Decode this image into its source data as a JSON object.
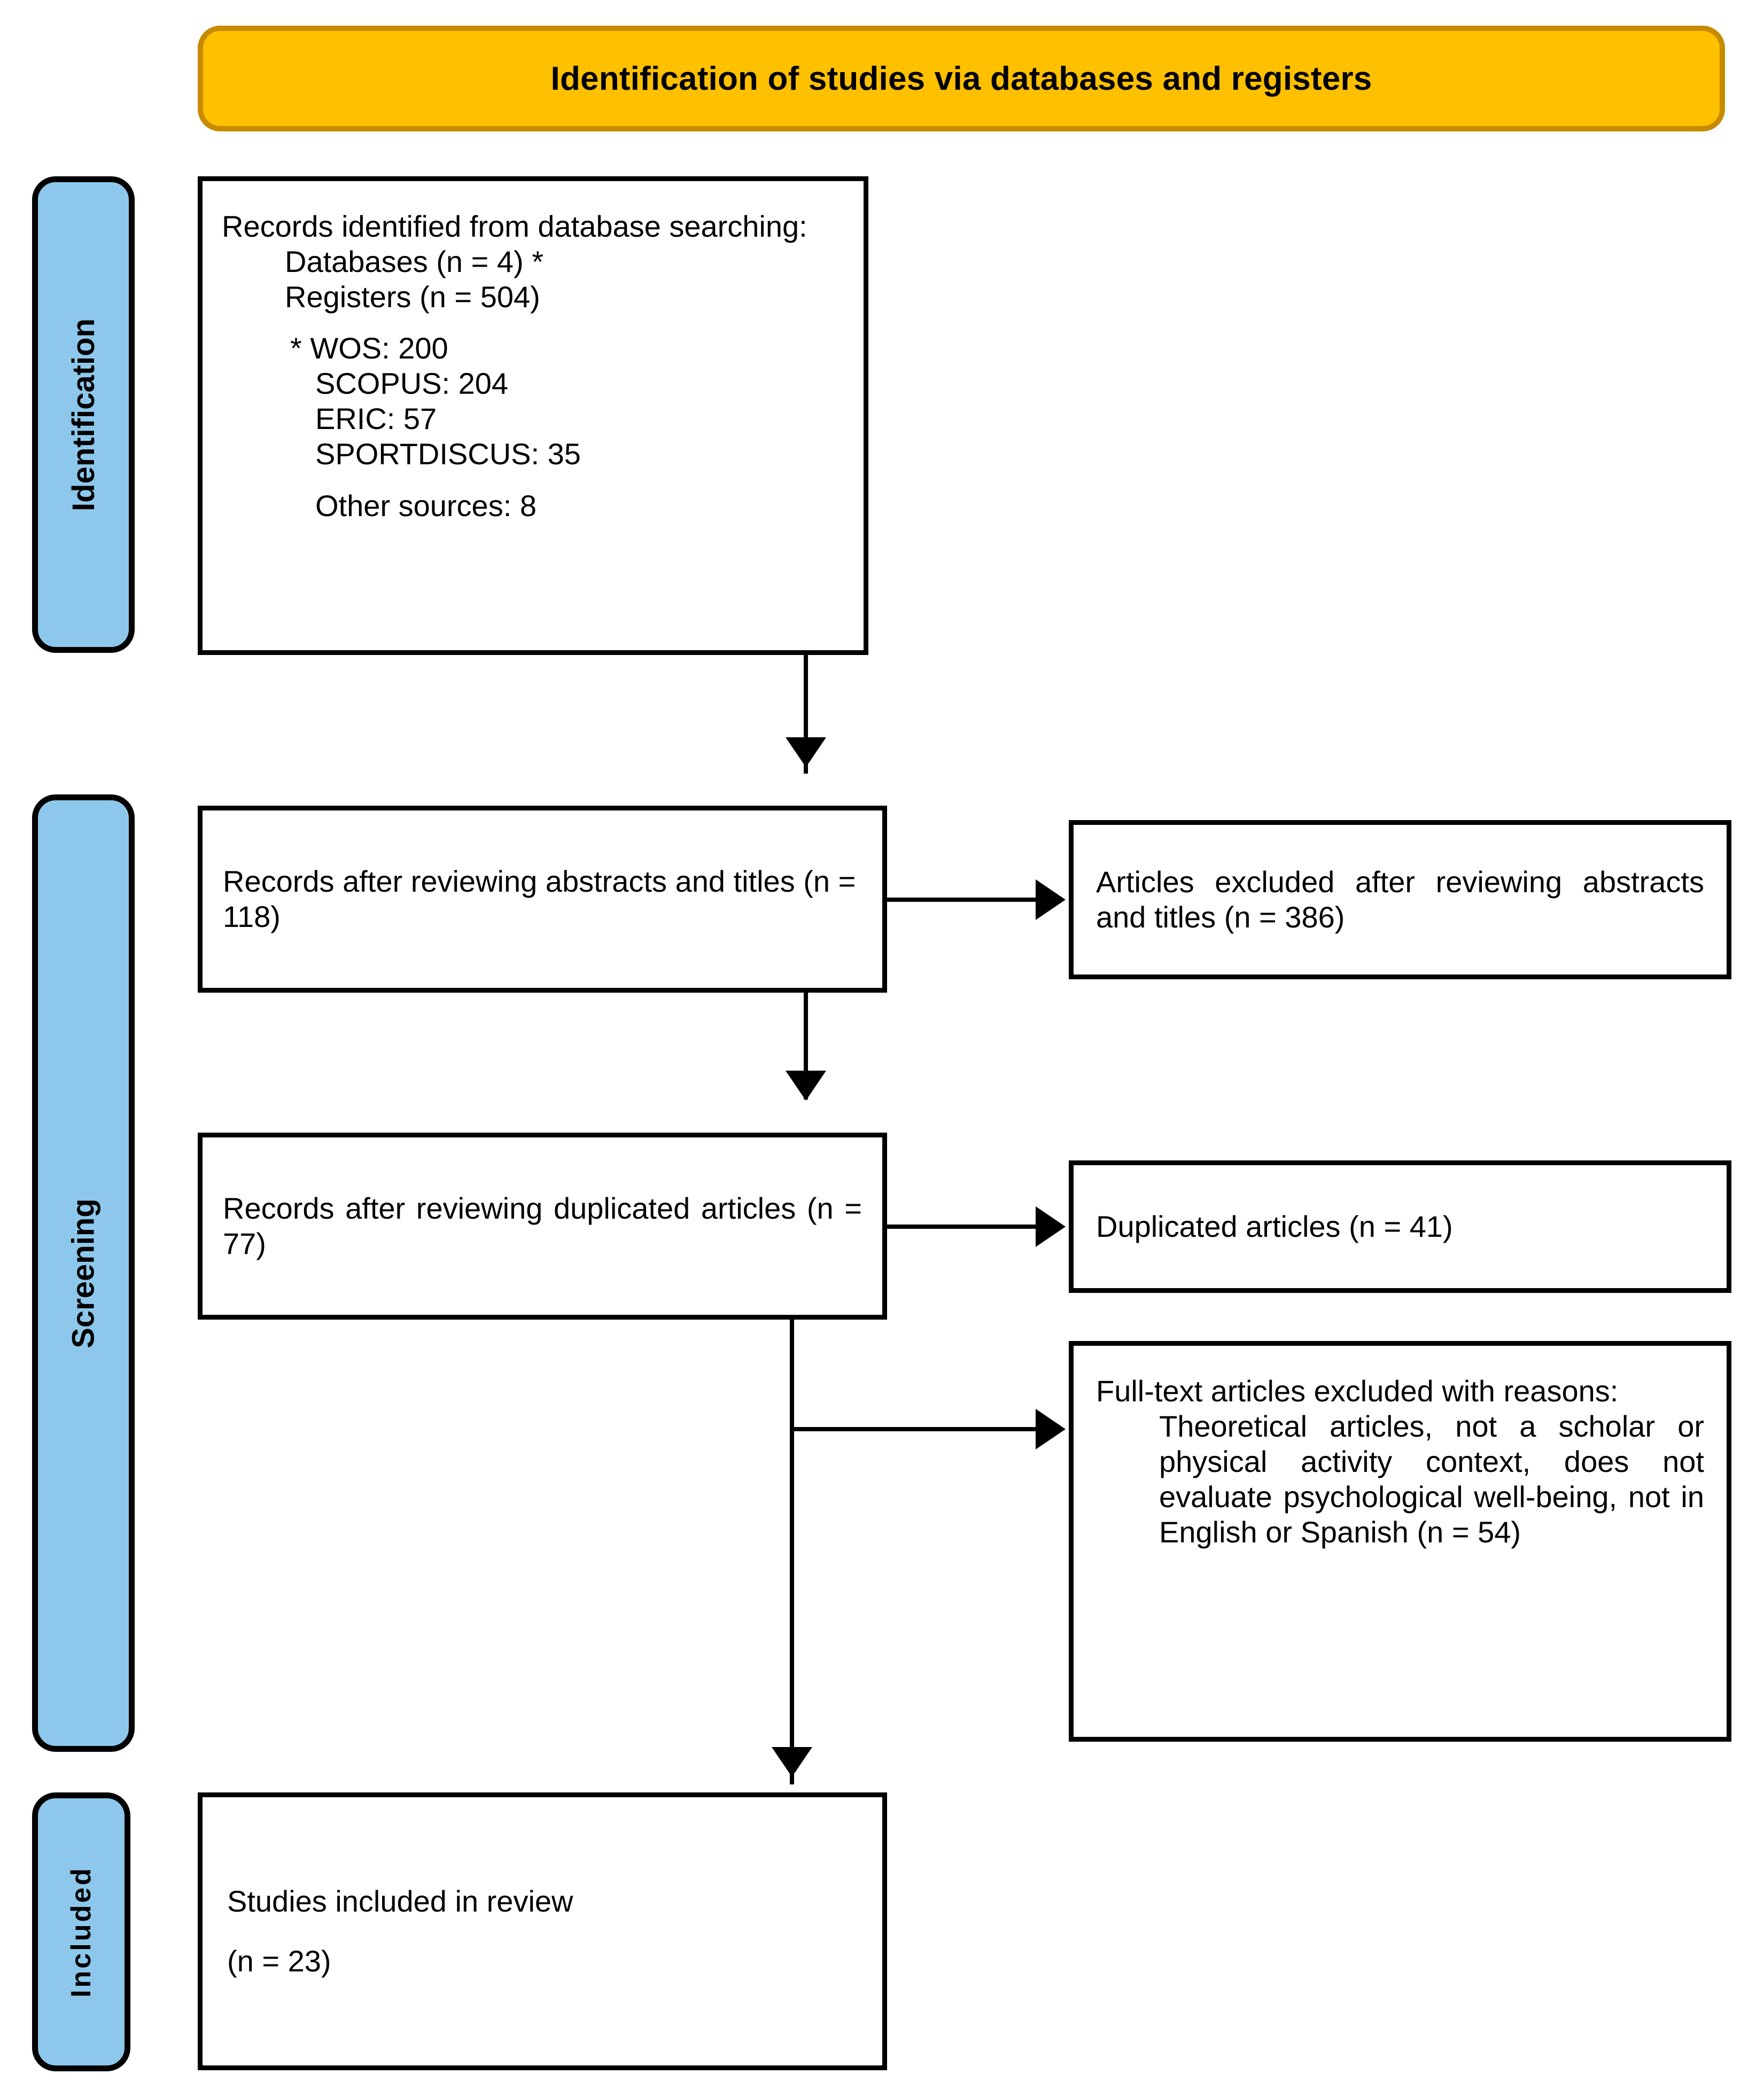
{
  "banner": {
    "title": "Identification of studies via databases and registers",
    "fill_color": "#FFC000",
    "border_color": "#C68B00"
  },
  "stages": [
    {
      "id": "identification",
      "label": "Identification",
      "fill_color": "#8DC8EC"
    },
    {
      "id": "screening",
      "label": "Screening",
      "fill_color": "#8DC8EC"
    },
    {
      "id": "included",
      "label": "Included",
      "fill_color": "#8DC8EC"
    }
  ],
  "boxes": {
    "identified": {
      "heading": "Records identified from database searching:",
      "databases_line": "Databases (n = 4) *",
      "registers_line": "Registers (n = 504)",
      "sources": [
        "* WOS: 200",
        "SCOPUS: 204",
        "ERIC: 57",
        "SPORTDISCUS: 35",
        "Other sources: 8"
      ]
    },
    "after_abstracts": {
      "text": "Records after reviewing abstracts and titles (n = 118)"
    },
    "excluded_abstracts": {
      "text": "Articles excluded after reviewing abstracts and titles (n = 386)"
    },
    "after_duplicates": {
      "text": "Records after reviewing duplicated articles (n = 77)"
    },
    "duplicated": {
      "text": "Duplicated articles (n = 41)"
    },
    "fulltext_excluded": {
      "heading": "Full-text articles excluded with reasons:",
      "reasons": "Theoretical articles, not a scholar or physical activity context, does not evaluate psychological well-being, not in English or Spanish (n = 54)"
    },
    "included_studies": {
      "line1": "Studies included in review",
      "line2": "(n = 23)"
    }
  },
  "chart_data": {
    "type": "diagram",
    "diagram_kind": "prisma-flow",
    "title": "Identification of studies via databases and registers",
    "nodes": [
      {
        "id": "identified",
        "stage": "Identification",
        "label": "Records identified from database searching",
        "databases_n": 4,
        "registers_n": 504,
        "breakdown": {
          "WOS": 200,
          "SCOPUS": 204,
          "ERIC": 57,
          "SPORTDISCUS": 35,
          "Other sources": 8
        }
      },
      {
        "id": "after_abstracts",
        "stage": "Screening",
        "label": "Records after reviewing abstracts and titles",
        "n": 118
      },
      {
        "id": "excluded_abstracts",
        "stage": "Screening",
        "label": "Articles excluded after reviewing abstracts and titles",
        "n": 386
      },
      {
        "id": "after_duplicates",
        "stage": "Screening",
        "label": "Records after reviewing duplicated articles",
        "n": 77
      },
      {
        "id": "duplicated",
        "stage": "Screening",
        "label": "Duplicated articles",
        "n": 41
      },
      {
        "id": "fulltext_excluded",
        "stage": "Screening",
        "label": "Full-text articles excluded with reasons",
        "n": 54
      },
      {
        "id": "included_studies",
        "stage": "Included",
        "label": "Studies included in review",
        "n": 23
      }
    ],
    "edges": [
      {
        "from": "identified",
        "to": "after_abstracts",
        "direction": "down"
      },
      {
        "from": "after_abstracts",
        "to": "excluded_abstracts",
        "direction": "right"
      },
      {
        "from": "after_abstracts",
        "to": "after_duplicates",
        "direction": "down"
      },
      {
        "from": "after_duplicates",
        "to": "duplicated",
        "direction": "right"
      },
      {
        "from": "after_duplicates",
        "to": "fulltext_excluded",
        "direction": "right"
      },
      {
        "from": "after_duplicates",
        "to": "included_studies",
        "direction": "down"
      }
    ]
  }
}
